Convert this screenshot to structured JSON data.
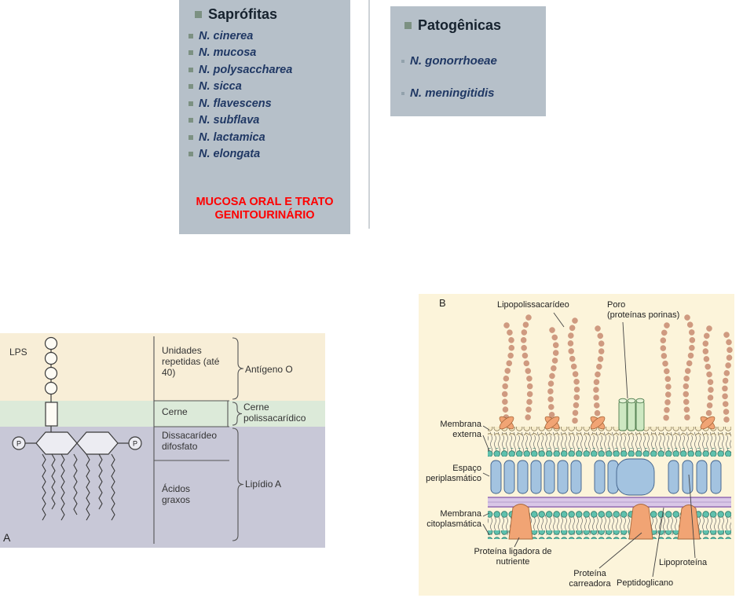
{
  "slide": {
    "saprophytes": {
      "title": "Saprófitas",
      "species": [
        "N. cinerea",
        "N. mucosa",
        "N. polysaccharea",
        "N. sicca",
        "N. flavescens",
        "N. subflava",
        "N. lactamica",
        "N. elongata"
      ],
      "note": "MUCOSA ORAL E TRATO GENITOURINÁRIO"
    },
    "pathogenic": {
      "title": "Patogênicas",
      "species": [
        "N. gonorrhoeae",
        "N. meningitidis"
      ]
    }
  },
  "diagram_a": {
    "panel": "A",
    "lps": "LPS",
    "unidades": "Unidades repetidas (até 40)",
    "antigeno": "Antígeno O",
    "cerne": "Cerne",
    "cerne_poli": "Cerne polissacarídico",
    "dissacarideo": "Dissacarídeo difosfato",
    "acidos": "Ácidos graxos",
    "lipidio": "Lipídio A",
    "fosfato": "P"
  },
  "diagram_b": {
    "panel": "B",
    "lipopolissacarideo": "Lipopolissacarídeo",
    "poro": "Poro",
    "poro_sub": "(proteínas porinas)",
    "membrana_externa": "Membrana externa",
    "espaco_periplasmatico": "Espaço periplasmático",
    "membrana_citoplasmatica": "Membrana citoplasmática",
    "proteina_ligadora": "Proteína ligadora de nutriente",
    "proteina_carreadora": "Proteína carreadora",
    "peptidoglicano": "Peptidoglicano",
    "lipoproteina": "Lipoproteína"
  },
  "colors": {
    "panel_bg": "#b6c0c9",
    "note_red": "#fe0000",
    "species_text": "#203864",
    "band_antigen": "#f8eed7",
    "band_core": "#dcead9",
    "band_lipid": "#c8c8d7",
    "diagram_b_bg": "#fcf4da",
    "membrane_teal": "#5fc1ad",
    "protein_blue": "#a3c3e0",
    "protein_orange": "#f1a474",
    "peptidoglycan_purple": "#d9c7e7",
    "porin_green": "#cde8c2"
  }
}
